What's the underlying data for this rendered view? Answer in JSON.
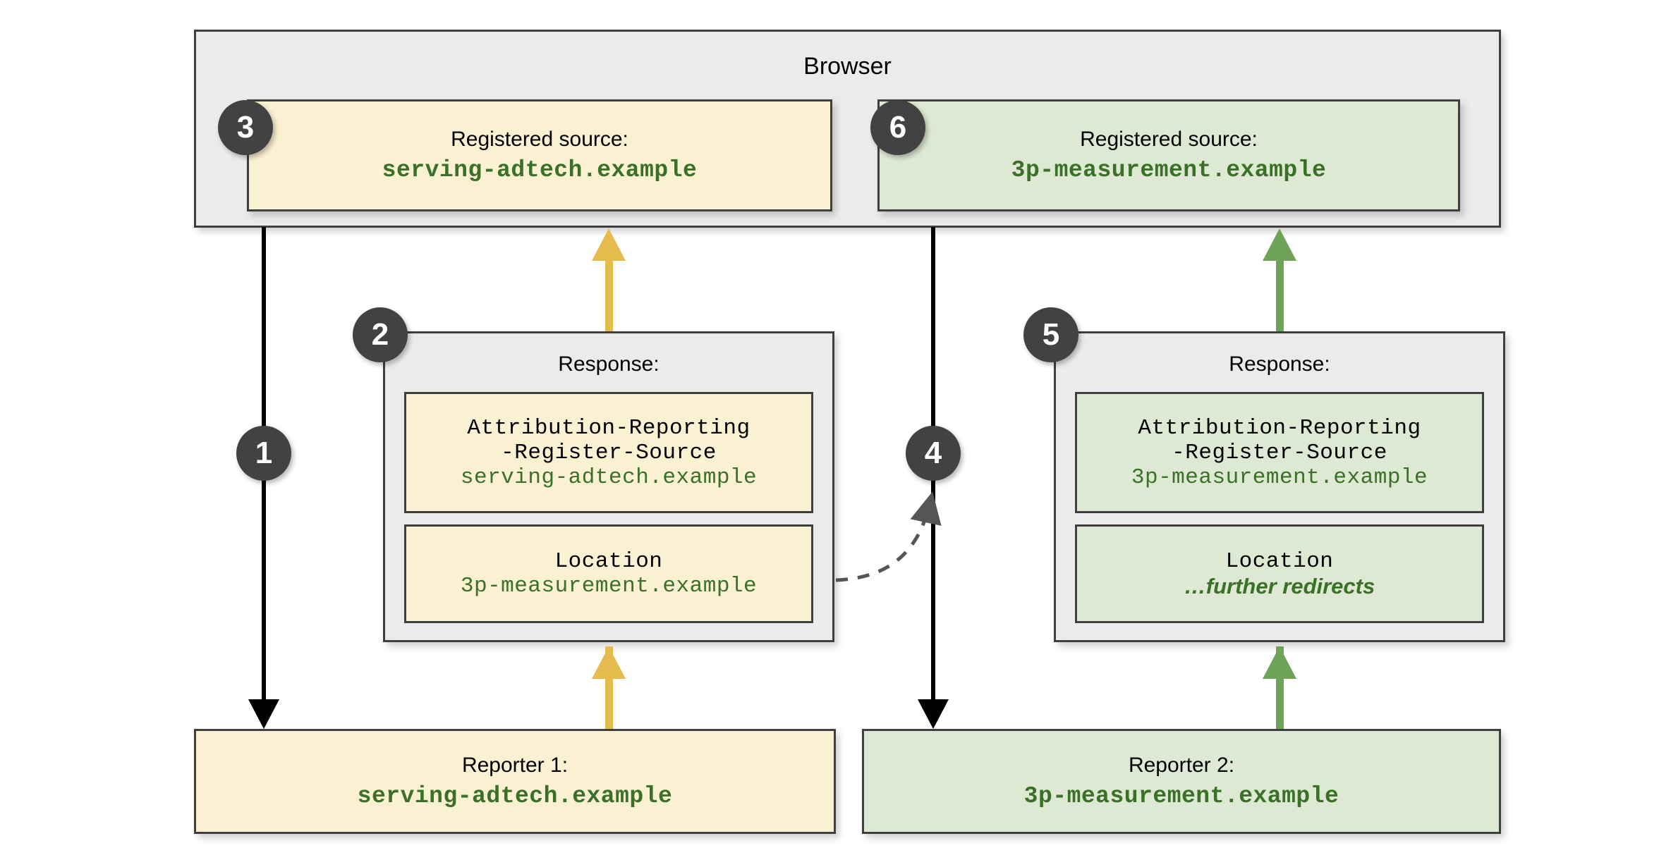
{
  "diagram": {
    "title": "Attribution Reporting redirect chain",
    "colors": {
      "yellow_fill": "#faf0d2",
      "green_fill": "#dde9d3",
      "grey_fill": "#ebebeb",
      "border": "#3f3f3f",
      "badge": "#424242",
      "code_text": "#3a7028",
      "arrow_yellow": "#e5bb4d",
      "arrow_green": "#6fa357",
      "arrow_black": "#000000"
    }
  },
  "browser": {
    "title": "Browser",
    "registered_sources": [
      {
        "step": "3",
        "heading": "Registered source:",
        "origin": "serving-adtech.example",
        "theme": "yellow"
      },
      {
        "step": "6",
        "heading": "Registered source:",
        "origin": "3p-measurement.example",
        "theme": "green"
      }
    ]
  },
  "responses": [
    {
      "step": "2",
      "title": "Response:",
      "theme": "yellow",
      "headers": [
        {
          "name_line1": "Attribution-Reporting",
          "name_line2": "-Register-Source",
          "value": "serving-adtech.example",
          "value_style": "mono"
        },
        {
          "name_line1": "Location",
          "name_line2": "",
          "value": "3p-measurement.example",
          "value_style": "mono"
        }
      ]
    },
    {
      "step": "5",
      "title": "Response:",
      "theme": "green",
      "headers": [
        {
          "name_line1": "Attribution-Reporting",
          "name_line2": "-Register-Source",
          "value": "3p-measurement.example",
          "value_style": "mono"
        },
        {
          "name_line1": "Location",
          "name_line2": "",
          "value": "…further redirects",
          "value_style": "italic"
        }
      ]
    }
  ],
  "reporters": [
    {
      "heading": "Reporter 1:",
      "origin": "serving-adtech.example",
      "theme": "yellow"
    },
    {
      "heading": "Reporter 2:",
      "origin": "3p-measurement.example",
      "theme": "green"
    }
  ],
  "steps": {
    "one": "1",
    "two": "2",
    "three": "3",
    "four": "4",
    "five": "5",
    "six": "6"
  }
}
